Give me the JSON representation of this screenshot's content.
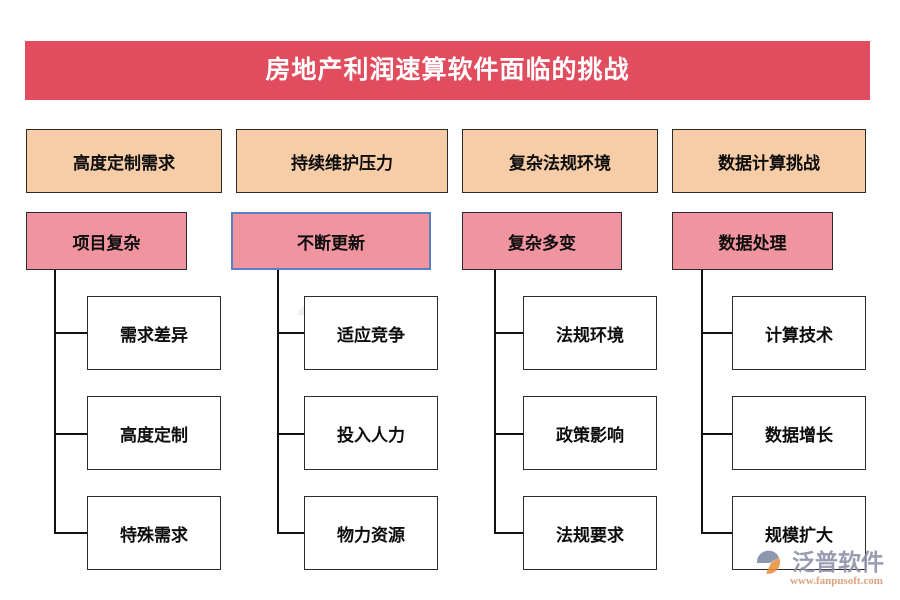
{
  "header": {
    "title": "房地产利润速算软件面临的挑战",
    "bg_color": "#E14D5E",
    "text_color": "#FFFFFF"
  },
  "palette": {
    "category_fill": "#F7CDA8",
    "subcategory_fill": "#F094A0",
    "leaf_fill": "#FFFFFF",
    "border": "#2B2B2B",
    "selected_border": "#5B7FC7",
    "connector": "#111111"
  },
  "columns": [
    {
      "category": "高度定制需求",
      "subcategory": "项目复杂",
      "selected": false,
      "leaves": [
        "需求差异",
        "高度定制",
        "特殊需求"
      ]
    },
    {
      "category": "持续维护压力",
      "subcategory": "不断更新",
      "selected": true,
      "leaves": [
        "适应竞争",
        "投入人力",
        "物力资源"
      ]
    },
    {
      "category": "复杂法规环境",
      "subcategory": "复杂多变",
      "selected": false,
      "leaves": [
        "法规环境",
        "政策影响",
        "法规要求"
      ]
    },
    {
      "category": "数据计算挑战",
      "subcategory": "数据处理",
      "selected": false,
      "leaves": [
        "计算技术",
        "数据增长",
        "规模扩大"
      ]
    }
  ],
  "watermark": {
    "brand": "泛普软件",
    "url": "www.fanpusoft.com",
    "logo_icon": "fanpu-swoosh-logo-icon"
  }
}
